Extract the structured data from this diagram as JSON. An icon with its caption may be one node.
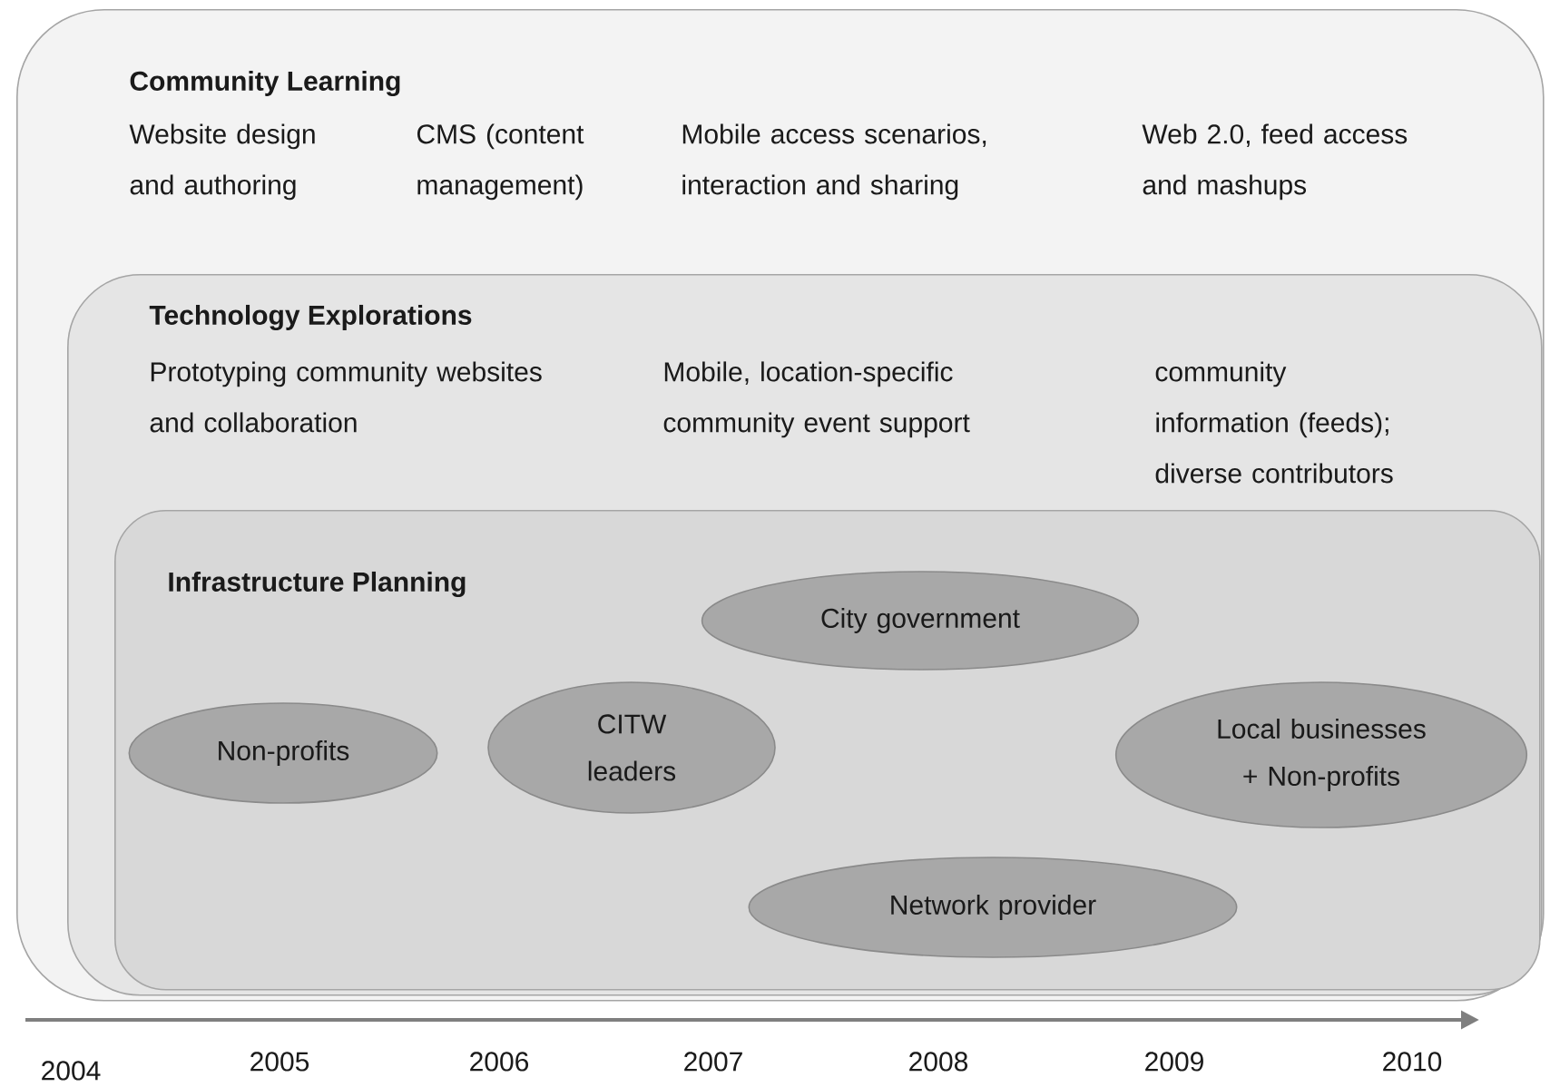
{
  "diagram": {
    "nodes": [
      {
        "text": [
          "Community Learning",
          "Website design and authoring",
          "CMS (content management)",
          "Mobile access scenarios, interaction and sharing",
          "Web 2.0, feed access and mashups"
        ]
      },
      {
        "text": [
          "Technology Explorations",
          "Prototyping community websites and collaboration",
          "Mobile, location-specific community event support",
          "community information (feeds); diverse contributors"
        ],
        "in": 0
      },
      {
        "text": [
          "Infrastructure Planning"
        ],
        "in": 1
      },
      {
        "text": [
          "City government"
        ],
        "in": 2
      },
      {
        "text": [
          "Non-profits"
        ],
        "in": 2
      },
      {
        "text": [
          "CITW leaders"
        ],
        "in": 2
      },
      {
        "text": [
          "Local businesses + Non-profits"
        ],
        "in": 2
      },
      {
        "text": [
          "Network provider"
        ],
        "in": 2
      }
    ],
    "labels": [
      "2004",
      "2005",
      "2006",
      "2007",
      "2008",
      "2009",
      "2010"
    ]
  }
}
